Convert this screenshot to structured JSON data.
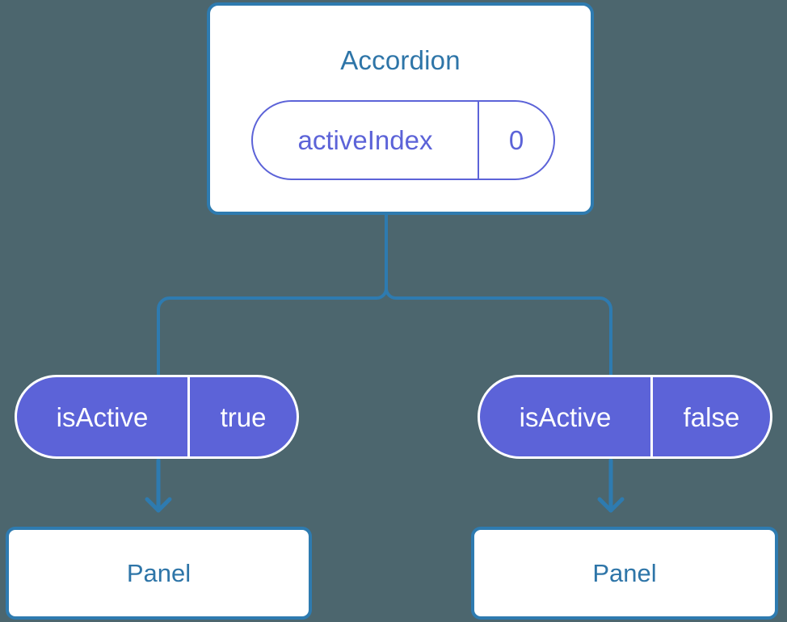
{
  "diagram": {
    "title_text": "React component state flow diagram",
    "background_color": "#4c666e",
    "accent_blue": "#2e7bb0",
    "accent_blue_text": "#2e75a8",
    "accent_purple": "#5c63d8",
    "white": "#ffffff"
  },
  "root": {
    "label": "Accordion",
    "state_pill": {
      "key": "activeIndex",
      "value": "0"
    }
  },
  "branches": [
    {
      "prop_pill": {
        "key": "isActive",
        "value": "true"
      },
      "child": {
        "label": "Panel"
      }
    },
    {
      "prop_pill": {
        "key": "isActive",
        "value": "false"
      },
      "child": {
        "label": "Panel"
      }
    }
  ]
}
